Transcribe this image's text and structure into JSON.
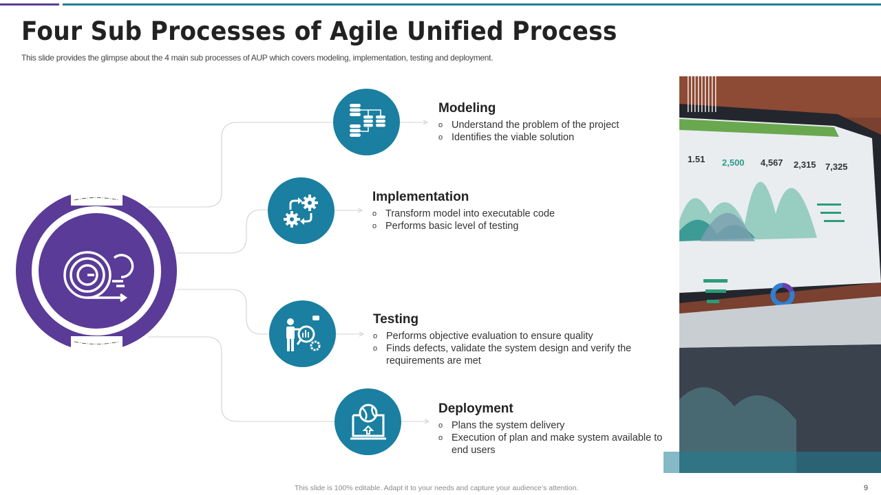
{
  "slide": {
    "title": "Four Sub Processes of Agile Unified Process",
    "subtitle": "This slide provides the glimpse about the 4 main sub processes of AUP which covers modeling, implementation, testing and deployment.",
    "footer": "This slide is 100% editable.  Adapt it to your needs and capture your audience’s attention.",
    "page_number": "9"
  },
  "colors": {
    "purple": "#5a3b97",
    "teal": "#1a7fa0",
    "line": "#d9d9d9"
  },
  "hub": {
    "icon": "agile-cycle-gear-icon"
  },
  "processes": [
    {
      "title": "Modeling",
      "icon": "database-hierarchy-icon",
      "bullets": [
        "Understand the problem of the project",
        "Identifies the viable solution"
      ]
    },
    {
      "title": "Implementation",
      "icon": "gears-cycle-icon",
      "bullets": [
        "Transform model into executable code",
        "Performs basic level of testing"
      ]
    },
    {
      "title": "Testing",
      "icon": "presenter-analysis-icon",
      "bullets": [
        "Performs objective evaluation to ensure quality",
        "Finds defects, validate the system design and verify the requirements are met"
      ]
    },
    {
      "title": "Deployment",
      "icon": "laptop-globe-upload-icon",
      "bullets": [
        "Plans the system delivery",
        "Execution of plan and make system available to end users"
      ]
    }
  ],
  "photo": {
    "description": "laptop showing analytics dashboard",
    "stats": [
      "1.51",
      "2,500",
      "4,567",
      "2,315",
      "7,325"
    ]
  }
}
